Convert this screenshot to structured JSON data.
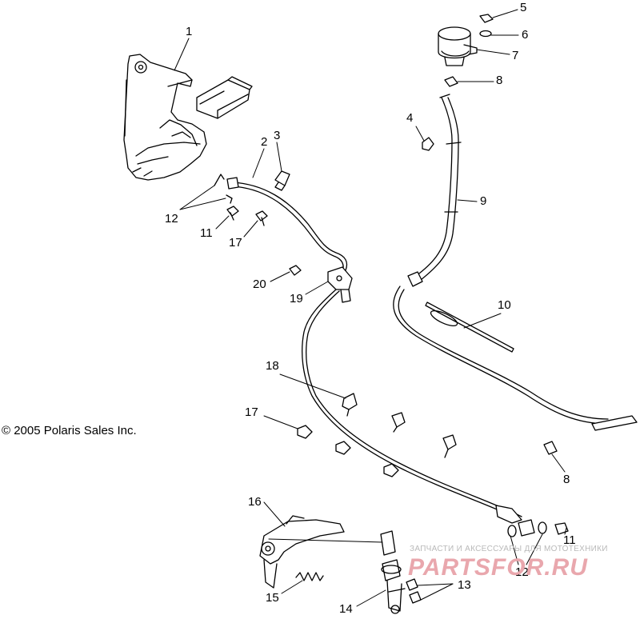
{
  "copyright": "© 2005 Polaris Sales Inc.",
  "watermark": {
    "subtitle": "ЗАПЧАСТИ И АКСЕССУАРЫ ДЛЯ МОТОТЕХНИКИ",
    "logo": "PARTSFOR.RU",
    "color": "#e9a7ad"
  },
  "callouts": {
    "c1": "1",
    "c2": "2",
    "c3": "3",
    "c4": "4",
    "c5": "5",
    "c6": "6",
    "c7": "7",
    "c8a": "8",
    "c8b": "8",
    "c9": "9",
    "c10": "10",
    "c11a": "11",
    "c11b": "11",
    "c12a": "12",
    "c12b": "12",
    "c13": "13",
    "c14": "14",
    "c15": "15",
    "c16": "16",
    "c17a": "17",
    "c17b": "17",
    "c18": "18",
    "c19": "19",
    "c20": "20"
  }
}
